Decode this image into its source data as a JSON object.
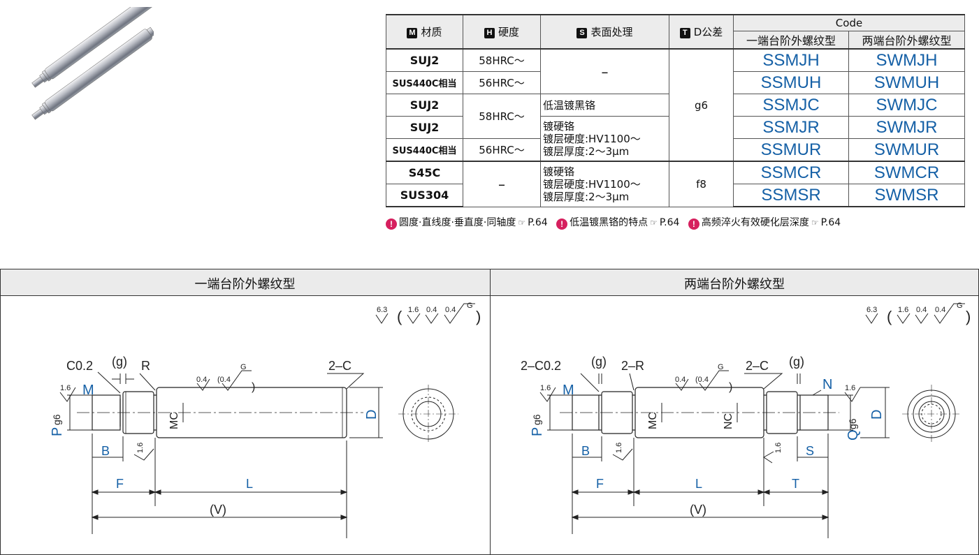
{
  "table": {
    "header": {
      "material_icon": "M",
      "material": "材质",
      "hardness_icon": "H",
      "hardness": "硬度",
      "surface_icon": "S",
      "surface": "表面处理",
      "tolerance_icon": "T",
      "tolerance": "D公差",
      "code": "Code",
      "code_single": "一端台阶外螺纹型",
      "code_double": "两端台阶外螺纹型"
    },
    "rows": [
      {
        "material": "SUJ2",
        "hardness": "58HRC～",
        "surface": "–",
        "tolerance": "g6",
        "single": "SSMJH",
        "double": "SWMJH"
      },
      {
        "material": "SUS440C相当",
        "hardness": "56HRC～",
        "single": "SSMUH",
        "double": "SWMUH"
      },
      {
        "material": "SUJ2",
        "hardness": "58HRC～",
        "surface": "低温镀黑铬",
        "single": "SSMJC",
        "double": "SWMJC"
      },
      {
        "material": "SUJ2",
        "surface_l1": "镀硬铬",
        "surface_l2": "镀层硬度:HV1100～",
        "surface_l3": "镀层厚度:2～3μm",
        "single": "SSMJR",
        "double": "SWMJR"
      },
      {
        "material": "SUS440C相当",
        "hardness": "56HRC～",
        "single": "SSMUR",
        "double": "SWMUR"
      },
      {
        "material": "S45C",
        "hardness": "–",
        "surface_l1": "镀硬铬",
        "surface_l2": "镀层硬度:HV1100～",
        "surface_l3": "镀层厚度:2～3μm",
        "tolerance": "f8",
        "single": "SSMCR",
        "double": "SWMCR"
      },
      {
        "material": "SUS304",
        "single": "SSMSR",
        "double": "SWMSR"
      }
    ]
  },
  "notes": [
    {
      "icon": "!",
      "text": "圆度·直线度·垂直度·同轴度",
      "ref_icon": "☞",
      "page": "P.64"
    },
    {
      "icon": "!",
      "text": "低温镀黑铬的特点",
      "ref_icon": "☞",
      "page": "P.64"
    },
    {
      "icon": "!",
      "text": "高频淬火有效硬化层深度",
      "ref_icon": "☞",
      "page": "P.64"
    }
  ],
  "sections": {
    "left_title": "一端台阶外螺纹型",
    "right_title": "两端台阶外螺纹型"
  },
  "roughness": {
    "general": "6.3",
    "open_paren": "(",
    "r1": "1.6",
    "r2": "0.4",
    "r3": "0.4",
    "g": "G",
    "close_paren": ")",
    "surface_a": "0.4",
    "surface_b": "(0.4",
    "surface_b_close": ")",
    "thread": "1.6"
  },
  "left_drawing": {
    "chamfer": "C0.2",
    "groove": "(g)",
    "radius": "R",
    "end_chamfer": "2–C",
    "P": "P",
    "g6": "g6",
    "M": "M",
    "MC": "MC",
    "D": "D",
    "B": "B",
    "F": "F",
    "L": "L",
    "V": "(V)"
  },
  "right_drawing": {
    "chamfer": "2–C0.2",
    "groove_left": "(g)",
    "radius": "2–R",
    "end_chamfer": "2–C",
    "groove_right": "(g)",
    "P": "P",
    "g6": "g6",
    "M": "M",
    "MC": "MC",
    "NC": "NC",
    "N": "N",
    "Q": "Q",
    "q_g6": "g6",
    "D": "D",
    "B": "B",
    "S": "S",
    "F": "F",
    "L": "L",
    "T": "T",
    "V": "(V)"
  },
  "colors": {
    "accent_blue": "#1560a6",
    "note_pink": "#d6205e",
    "header_gray": "#ebebeb"
  },
  "icons": {
    "product": "shaft-pair-photo",
    "note": "exclamation-icon",
    "ref": "pointing-hand-icon"
  }
}
